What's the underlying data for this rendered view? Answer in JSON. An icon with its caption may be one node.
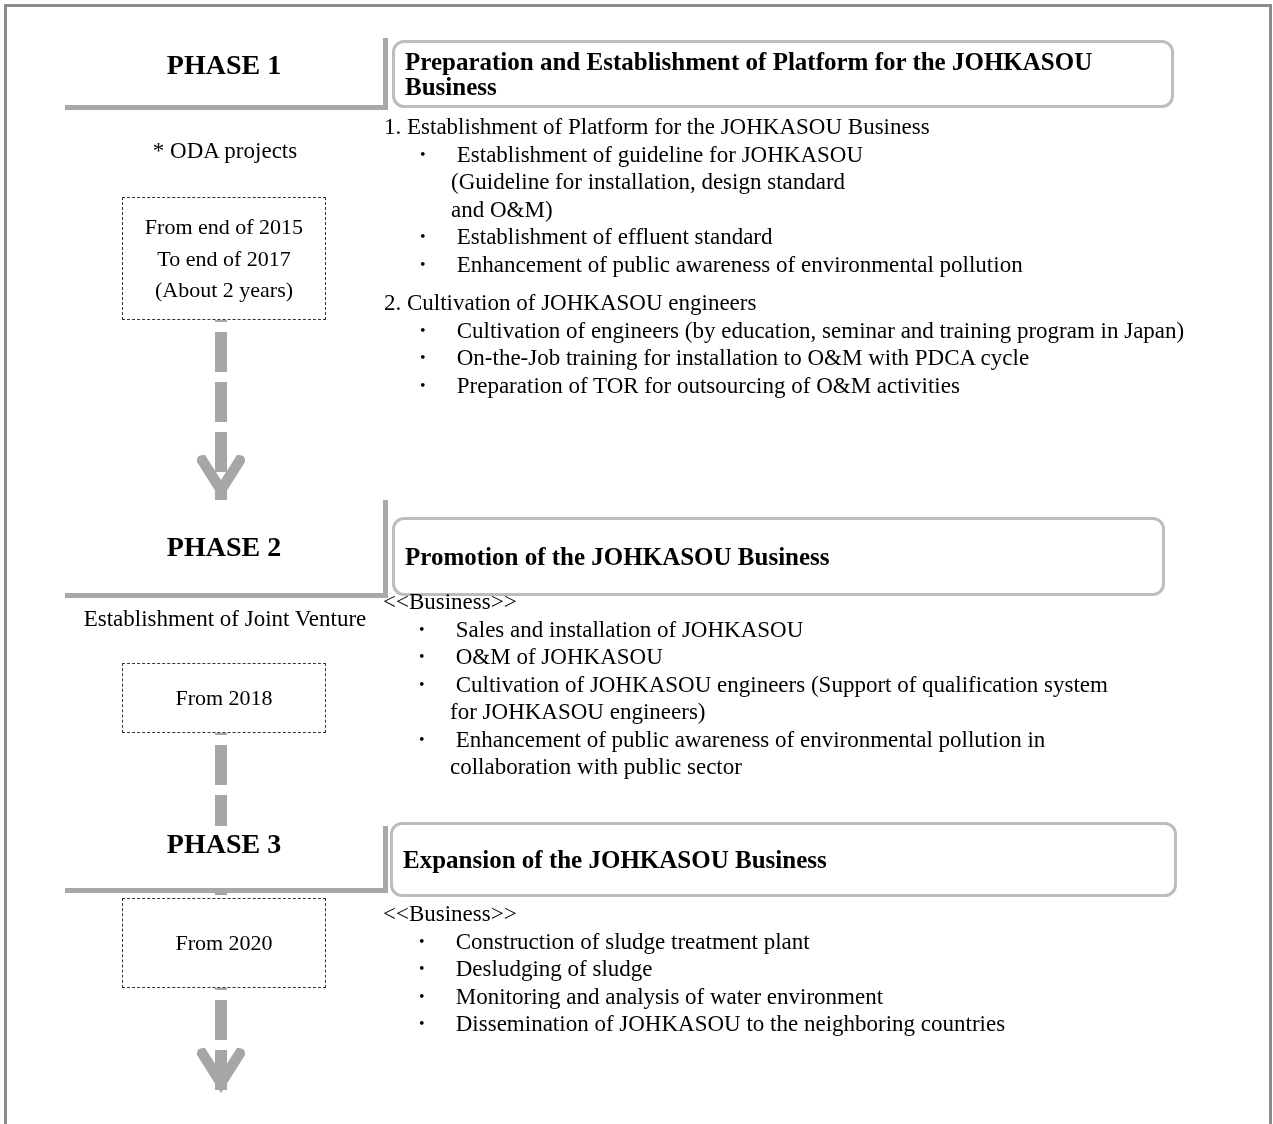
{
  "diagram": {
    "nodes": [
      {
        "text": [
          "PHASE 1"
        ]
      },
      {
        "text": [
          "Preparation and Establishment of Platform for the JOHKASOU Business"
        ]
      },
      {
        "text": [
          "From end of 2015 To end of 2017 (About 2 years)"
        ],
        "beside": [
          "* ODA projects"
        ]
      },
      {
        "text": [
          "PHASE 2"
        ]
      },
      {
        "text": [
          "Promotion of the JOHKASOU Business"
        ]
      },
      {
        "text": [
          "From 2018"
        ]
      },
      {
        "text": [
          "PHASE 3"
        ]
      },
      {
        "text": [
          "Expansion of the JOHKASOU Business"
        ]
      },
      {
        "text": [
          "From 2020"
        ]
      }
    ],
    "edges": [
      {
        "from": 2,
        "to": 3,
        "arrow": "to",
        "style": "dashed"
      },
      {
        "from": 5,
        "to": 6,
        "arrow": "none",
        "style": "dashed"
      },
      {
        "from": 6,
        "to": 8,
        "arrow": "none",
        "style": "dashed"
      },
      {
        "from": 8,
        "to": null,
        "arrow": "to",
        "style": "dashed"
      }
    ],
    "labels": [
      "1. Establishment of Platform for the JOHKASOU Business",
      "・ Establishment of guideline for JOHKASOU (Guideline for installation, design standard and O&M)",
      "・ Establishment of effluent standard",
      "・ Enhancement of public awareness of environmental pollution",
      "2. Cultivation of JOHKASOU engineers",
      "・ Cultivation of engineers (by education, seminar and training program in Japan)",
      "・ On-the-Job training for installation to O&M with PDCA cycle",
      "・ Preparation of TOR for outsourcing of O&M activities",
      "Establishment of Joint Venture",
      "<<Business>>",
      "・ Sales and installation of JOHKASOU",
      "・ O&M of JOHKASOU",
      "・ Cultivation of JOHKASOU engineers (Support of qualification system for JOHKASOU engineers)",
      "・ Enhancement of public awareness of environmental pollution in collaboration with public sector",
      "<<Business>>",
      "・ Construction of sludge treatment plant",
      "・ Desludging of sludge",
      "・ Monitoring and analysis of water environment",
      "・ Dissemination of JOHKASOU to the neighboring countries"
    ]
  }
}
